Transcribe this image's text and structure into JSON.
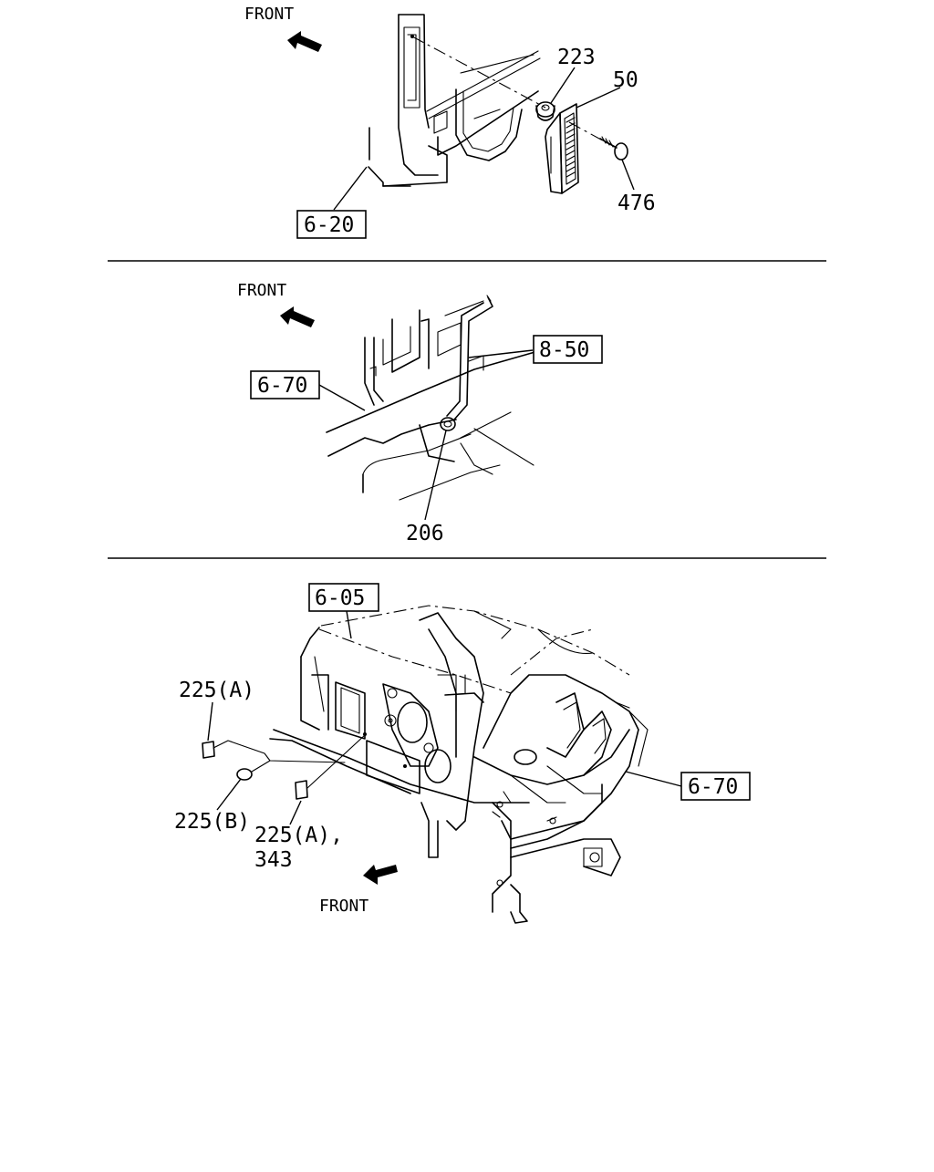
{
  "front_label": "FRONT",
  "panel1": {
    "refs": {
      "ref_6_20": "6-20"
    },
    "parts": {
      "p223": "223",
      "p50": "50",
      "p476": "476"
    }
  },
  "panel2": {
    "refs": {
      "ref_8_50": "8-50",
      "ref_6_70": "6-70"
    },
    "parts": {
      "p206": "206"
    }
  },
  "panel3": {
    "refs": {
      "ref_6_05": "6-05",
      "ref_6_70": "6-70"
    },
    "parts": {
      "p225a_top": "225(A)",
      "p225b": "225(B)",
      "p225a_bottom": "225(A),",
      "p343": "343"
    }
  },
  "colors": {
    "line": "#000000",
    "background": "#ffffff"
  }
}
